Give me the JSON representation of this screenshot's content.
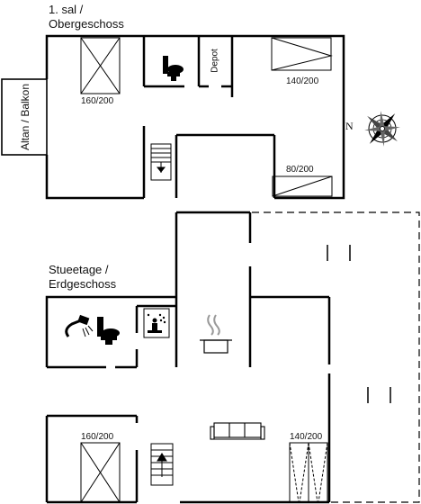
{
  "floors": {
    "upper": {
      "name_line1": "1. sal /",
      "name_line2": "Obergeschoss"
    },
    "ground": {
      "name_line1": "Stueetage /",
      "name_line2": "Erdgeschoss"
    }
  },
  "labels": {
    "balcony": "Altan / Balkon",
    "depot": "Depot",
    "compass_n": "N"
  },
  "beds": {
    "upper_left": "160/200",
    "upper_right_top": "140/200",
    "upper_right_bottom": "80/200",
    "ground_left": "160/200",
    "ground_right": "140/200"
  },
  "icons": {
    "upper": [
      "toilet-icon",
      "staircase-down-icon",
      "compass-rose-icon"
    ],
    "ground": [
      "shower-icon",
      "toilet-icon",
      "sauna-icon",
      "cooking-pot-icon",
      "sofa-icon",
      "staircase-up-icon"
    ]
  }
}
